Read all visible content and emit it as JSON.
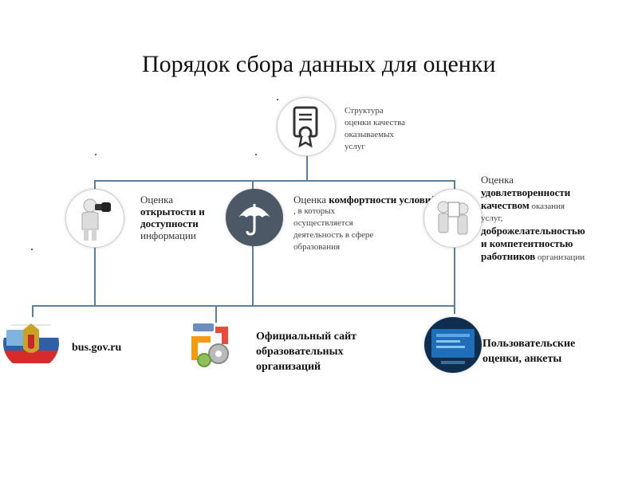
{
  "title": "Порядок сбора данных для оценки",
  "top_node": {
    "lines": [
      "Структура",
      "оценки качества",
      "оказываемых",
      "услуг"
    ],
    "icon": "certificate-icon"
  },
  "mid_nodes": {
    "openness": {
      "lines": [
        "Оценка",
        "открытости и",
        "доступности",
        "информации"
      ],
      "icon": "person-binoculars-icon"
    },
    "comfort": {
      "head": "Оценка ",
      "bold": "комфортности условий",
      "rest_lines": [
        ", в которых",
        "осуществляется",
        "деятельность в сфере",
        "образования"
      ],
      "icon": "umbrella-icon"
    },
    "satisfaction": {
      "line1": "Оценка",
      "bold1": "удовлетворенности",
      "bold2": "качеством",
      "rest2": " оказания",
      "line3": "услуг,",
      "bold4": "доброжелательностью",
      "bold5": "и компетентностью",
      "bold6": "работников",
      "rest6": " организации",
      "icon": "people-document-icon"
    }
  },
  "sources": {
    "bus": {
      "label": "bus.gov.ru",
      "icon": "russian-emblem-icon"
    },
    "site": {
      "lines": [
        "Официальный сайт",
        "образовательных",
        "организаций"
      ],
      "icon": "domain-gears-icon"
    },
    "surveys": {
      "lines": [
        "Пользовательские",
        "оценки, анкеты"
      ],
      "icon": "screen-icon"
    }
  },
  "colors": {
    "connector": "#5b7fa1",
    "umbrella_bg": "#4d5867",
    "screen": "#1c4a7a"
  }
}
